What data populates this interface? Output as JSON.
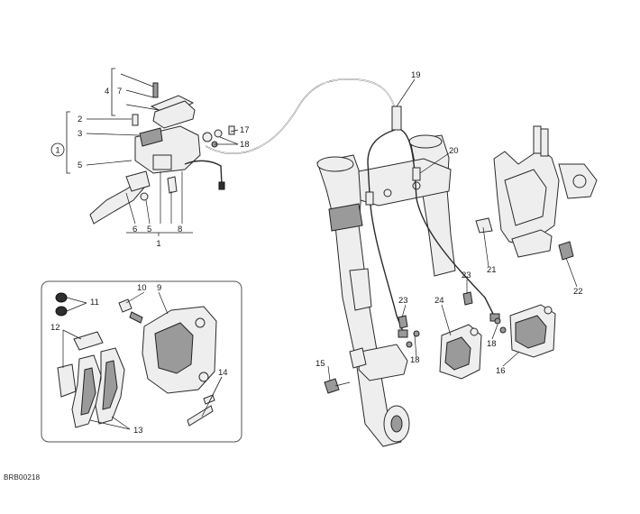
{
  "drawing_code": "BRB00218",
  "assembly_badge": "1",
  "callouts": {
    "c1": "1",
    "c2": "2",
    "c3": "3",
    "c4": "4",
    "c5a": "5",
    "c5b": "5",
    "c6": "6",
    "c7": "7",
    "c8": "8",
    "c9": "9",
    "c10": "10",
    "c11": "11",
    "c12": "12",
    "c13": "13",
    "c14": "14",
    "c15": "15",
    "c16": "16",
    "c17": "17",
    "c18a": "18",
    "c18b": "18",
    "c18c": "18",
    "c19": "19",
    "c20": "20",
    "c21": "21",
    "c22": "22",
    "c23a": "23",
    "c23b": "23",
    "c24": "24"
  }
}
